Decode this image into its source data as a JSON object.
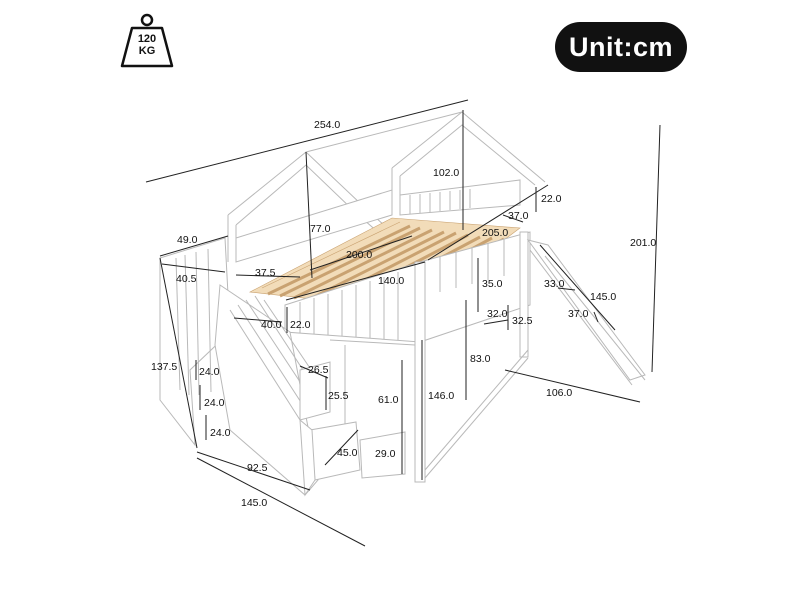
{
  "badge": {
    "unit": "Unit:cm"
  },
  "weight": {
    "line1": "120",
    "line2": "KG"
  },
  "dims": {
    "total_length": "254.0",
    "roof_height": "102.0",
    "mattress_width": "205.0",
    "rail_h_22": "22.0",
    "rail_w_37": "37.0",
    "total_height": "201.0",
    "stair_top": "49.0",
    "stair_inner": "40.5",
    "roof_post": "77.0",
    "mattress_len": "200.0",
    "mid_140": "140.0",
    "gap_37_5": "37.5",
    "guard_h": "35.0",
    "slide_33": "33.0",
    "slide_len": "145.0",
    "slide_37": "37.0",
    "bottom_40": "40.0",
    "bottom_22": "22.0",
    "step_32": "32.0",
    "step_32_5": "32.5",
    "stair_height": "137.5",
    "clear_83": "83.0",
    "step_26_5": "26.5",
    "step_25_5": "25.5",
    "step_24_a": "24.0",
    "step_24_b": "24.0",
    "step_24_c": "24.0",
    "under_61": "61.0",
    "full_146": "146.0",
    "slide_base": "106.0",
    "drawer_45": "45.0",
    "drawer_29": "29.0",
    "stair_depth": "92.5",
    "stair_len": "145.0"
  }
}
